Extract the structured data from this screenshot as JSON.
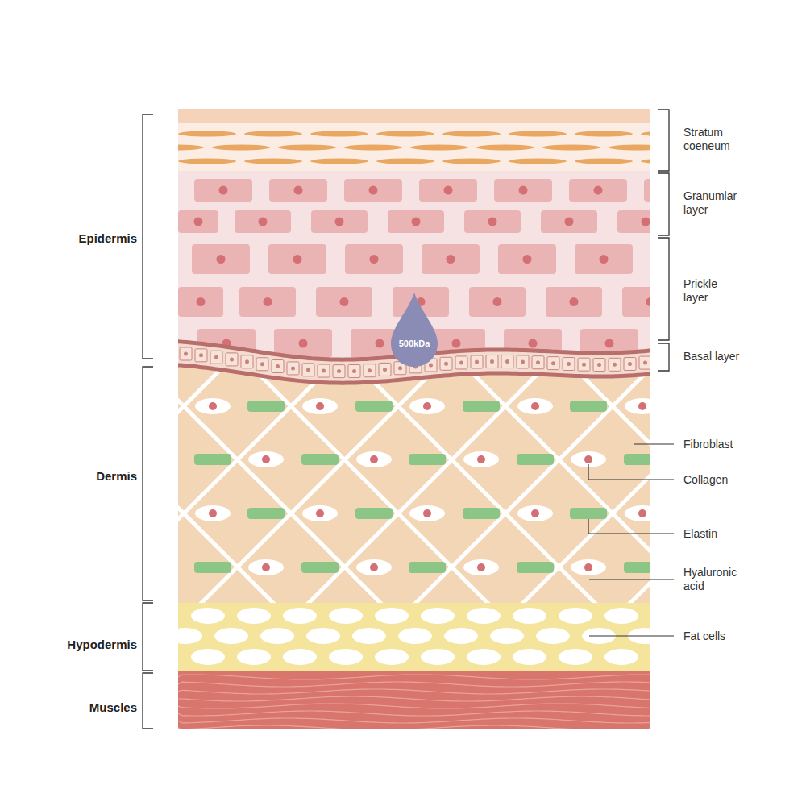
{
  "diagram": {
    "nodes": [
      {
        "text": [
          "500kDa"
        ]
      }
    ],
    "labels": [
      "Epidermis",
      "Dermis",
      "Hypodermis",
      "Muscles",
      "Stratum coeneum",
      "Granumlar layer",
      "Prickle layer",
      "Basal layer",
      "Fibroblast",
      "Collagen",
      "Elastin",
      "Hyaluronic acid",
      "Fat cells"
    ]
  }
}
